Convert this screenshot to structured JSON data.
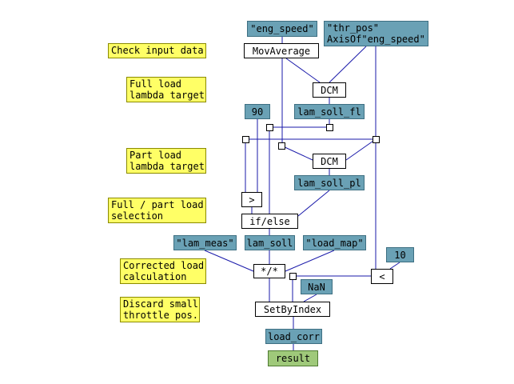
{
  "notes": {
    "check_input": "Check input data",
    "full_load_target": "Full load\nlambda target",
    "part_load_target": "Part load\nlambda target",
    "full_part_selection": "Full / part load\nselection",
    "corrected_load": "Corrected load\ncalculation",
    "discard_small": "Discard small\nthrottle pos."
  },
  "nodes": {
    "eng_speed": "\"eng_speed\"",
    "thr_pos": "\"thr_pos\"\nAxisOf\"eng_speed\"",
    "movaverage": "MovAverage",
    "dcm_full": "DCM",
    "lam_soll_fl": "lam_soll_fl",
    "const_90": "90",
    "dcm_part": "DCM",
    "lam_soll_pl": "lam_soll_pl",
    "greater": ">",
    "ifelse": "if/else",
    "lam_meas": "\"lam_meas\"",
    "lam_soll": "lam_soll",
    "load_map": "\"load_map\"",
    "const_10": "10",
    "muldiv": "*/*",
    "less": "<",
    "nan": "NaN",
    "setbyindex": "SetByIndex",
    "load_corr": "load_corr",
    "result": "result"
  },
  "colors": {
    "wire": "#1a1aaa",
    "data": "#6aa1b5",
    "note": "#ffff66",
    "result": "#9fc97a"
  }
}
